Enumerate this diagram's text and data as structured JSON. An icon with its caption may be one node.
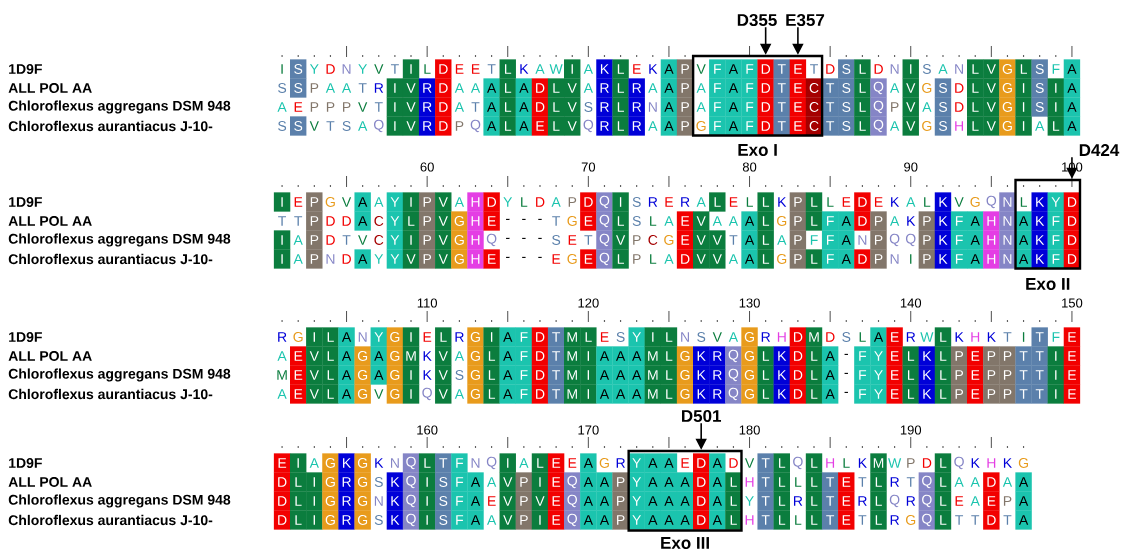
{
  "diagram": {
    "nodes": [
      {
        "text": [
          "Exo I"
        ]
      },
      {
        "text": [
          "Exo II"
        ]
      },
      {
        "text": [
          "Exo III"
        ]
      },
      {
        "text": [
          "D355"
        ]
      },
      {
        "text": [
          "E357"
        ]
      },
      {
        "text": [
          "D424"
        ]
      },
      {
        "text": [
          "D501"
        ]
      }
    ],
    "edges": [
      {
        "from": 3,
        "to": 0,
        "arrow": "to"
      },
      {
        "from": 4,
        "to": 0,
        "arrow": "to"
      },
      {
        "from": 5,
        "to": 1,
        "arrow": "to"
      },
      {
        "from": 6,
        "to": 2,
        "arrow": "to"
      }
    ],
    "labels": [
      "1D9F",
      "I",
      "S",
      "Y",
      "D",
      "N",
      "Y",
      "V",
      "T",
      "I",
      "L",
      "D",
      "E",
      "E",
      "T",
      "L",
      "K",
      "A",
      "W",
      "I",
      "A",
      "K",
      "L",
      "E",
      "K",
      "A",
      "P",
      "V",
      "F",
      "A",
      "F",
      "D",
      "T",
      "E",
      "T",
      "D",
      "S",
      "L",
      "D",
      "N",
      "I",
      "S",
      "A",
      "N",
      "L",
      "V",
      "G",
      "L",
      "S",
      "F",
      "A",
      "ALL POL AA",
      "S",
      "S",
      "P",
      "A",
      "A",
      "T",
      "R",
      "I",
      "V",
      "R",
      "D",
      "A",
      "A",
      "A",
      "L",
      "A",
      "D",
      "L",
      "V",
      "A",
      "R",
      "L",
      "R",
      "A",
      "A",
      "P",
      "A",
      "F",
      "A",
      "F",
      "D",
      "T",
      "E",
      "C",
      "T",
      "S",
      "L",
      "Q",
      "A",
      "V",
      "G",
      "S",
      "D",
      "L",
      "V",
      "G",
      "I",
      "S",
      "I",
      "A",
      "Chloroflexus aggregans DSM 948",
      "A",
      "E",
      "P",
      "P",
      "P",
      "V",
      "T",
      "I",
      "V",
      "R",
      "D",
      "A",
      "T",
      "A",
      "L",
      "A",
      "D",
      "L",
      "V",
      "S",
      "R",
      "L",
      "R",
      "N",
      "A",
      "P",
      "A",
      "F",
      "A",
      "F",
      "D",
      "T",
      "E",
      "C",
      "T",
      "S",
      "L",
      "Q",
      "P",
      "V",
      "A",
      "S",
      "D",
      "L",
      "V",
      "G",
      "I",
      "S",
      "I",
      "A",
      "Chloroflexus aurantiacus J-10-",
      "S",
      "S",
      "V",
      "T",
      "S",
      "A",
      "Q",
      "I",
      "V",
      "R",
      "D",
      "P",
      "Q",
      "A",
      "L",
      "A",
      "E",
      "L",
      "V",
      "Q",
      "R",
      "L",
      "R",
      "A",
      "A",
      "P",
      "G",
      "F",
      "A",
      "F",
      "D",
      "T",
      "E",
      "C",
      "T",
      "S",
      "L",
      "Q",
      "A",
      "V",
      "G",
      "S",
      "H",
      "L",
      "V",
      "G",
      "I",
      "A",
      "L",
      "A",
      "60",
      "70",
      "80",
      "90",
      "100",
      "1D9F",
      "I",
      "E",
      "P",
      "G",
      "V",
      "A",
      "A",
      "Y",
      "I",
      "P",
      "V",
      "A",
      "H",
      "D",
      "Y",
      "L",
      "D",
      "A",
      "P",
      "D",
      "Q",
      "I",
      "S",
      "R",
      "E",
      "R",
      "A",
      "L",
      "E",
      "L",
      "L",
      "K",
      "P",
      "L",
      "L",
      "E",
      "D",
      "E",
      "K",
      "A",
      "L",
      "K",
      "V",
      "G",
      "Q",
      "N",
      "L",
      "K",
      "Y",
      "D",
      "ALL POL AA",
      "T",
      "T",
      "P",
      "D",
      "D",
      "A",
      "C",
      "Y",
      "L",
      "P",
      "V",
      "G",
      "H",
      "E",
      "-",
      "-",
      "-",
      "T",
      "G",
      "E",
      "Q",
      "L",
      "S",
      "L",
      "A",
      "E",
      "V",
      "A",
      "A",
      "A",
      "L",
      "G",
      "P",
      "L",
      "F",
      "A",
      "D",
      "P",
      "A",
      "K",
      "P",
      "K",
      "F",
      "A",
      "H",
      "N",
      "A",
      "K",
      "F",
      "D",
      "Chloroflexus aggregans DSM 948",
      "I",
      "A",
      "P",
      "D",
      "T",
      "V",
      "C",
      "Y",
      "I",
      "P",
      "V",
      "G",
      "H",
      "Q",
      "-",
      "-",
      "-",
      "S",
      "E",
      "T",
      "Q",
      "V",
      "P",
      "C",
      "G",
      "E",
      "V",
      "V",
      "T",
      "A",
      "L",
      "A",
      "P",
      "F",
      "F",
      "A",
      "N",
      "P",
      "Q",
      "Q",
      "P",
      "K",
      "F",
      "A",
      "H",
      "N",
      "A",
      "K",
      "F",
      "D",
      "Chloroflexus aurantiacus J-10-",
      "I",
      "A",
      "P",
      "N",
      "D",
      "A",
      "Y",
      "Y",
      "V",
      "P",
      "V",
      "G",
      "H",
      "E",
      "-",
      "-",
      "-",
      "E",
      "G",
      "E",
      "Q",
      "L",
      "P",
      "L",
      "A",
      "D",
      "V",
      "V",
      "A",
      "A",
      "L",
      "G",
      "P",
      "L",
      "F",
      "A",
      "D",
      "P",
      "N",
      "I",
      "P",
      "K",
      "F",
      "A",
      "H",
      "N",
      "A",
      "K",
      "F",
      "D",
      "110",
      "120",
      "130",
      "140",
      "150",
      "1D9F",
      "R",
      "G",
      "I",
      "L",
      "A",
      "N",
      "Y",
      "G",
      "I",
      "E",
      "L",
      "R",
      "G",
      "I",
      "A",
      "F",
      "D",
      "T",
      "M",
      "L",
      "E",
      "S",
      "Y",
      "I",
      "L",
      "N",
      "S",
      "V",
      "A",
      "G",
      "R",
      "H",
      "D",
      "M",
      "D",
      "S",
      "L",
      "A",
      "E",
      "R",
      "W",
      "L",
      "K",
      "H",
      "K",
      "T",
      "I",
      "T",
      "F",
      "E",
      "ALL POL AA",
      "A",
      "E",
      "V",
      "L",
      "A",
      "G",
      "A",
      "G",
      "M",
      "K",
      "V",
      "A",
      "G",
      "L",
      "A",
      "F",
      "D",
      "T",
      "M",
      "I",
      "A",
      "A",
      "A",
      "M",
      "L",
      "G",
      "K",
      "R",
      "Q",
      "G",
      "L",
      "K",
      "D",
      "L",
      "A",
      "-",
      "F",
      "Y",
      "E",
      "L",
      "K",
      "L",
      "P",
      "E",
      "P",
      "P",
      "T",
      "T",
      "I",
      "E",
      "Chloroflexus aggregans DSM 948",
      "M",
      "E",
      "V",
      "L",
      "A",
      "G",
      "A",
      "G",
      "I",
      "K",
      "V",
      "S",
      "G",
      "L",
      "A",
      "F",
      "D",
      "T",
      "M",
      "I",
      "A",
      "A",
      "A",
      "M",
      "L",
      "G",
      "K",
      "R",
      "Q",
      "G",
      "L",
      "K",
      "D",
      "L",
      "A",
      "-",
      "F",
      "Y",
      "E",
      "L",
      "K",
      "L",
      "P",
      "E",
      "P",
      "P",
      "T",
      "T",
      "I",
      "E",
      "Chloroflexus aurantiacus J-10-",
      "A",
      "E",
      "V",
      "L",
      "A",
      "G",
      "V",
      "G",
      "I",
      "Q",
      "V",
      "A",
      "G",
      "L",
      "A",
      "F",
      "D",
      "T",
      "M",
      "I",
      "A",
      "A",
      "A",
      "M",
      "L",
      "G",
      "K",
      "R",
      "Q",
      "G",
      "L",
      "K",
      "D",
      "L",
      "A",
      "-",
      "F",
      "Y",
      "E",
      "L",
      "K",
      "L",
      "P",
      "E",
      "P",
      "P",
      "T",
      "T",
      "I",
      "E",
      "160",
      "170",
      "180",
      "190",
      "1D9F",
      "E",
      "I",
      "A",
      "G",
      "K",
      "G",
      "K",
      "N",
      "Q",
      "L",
      "T",
      "F",
      "N",
      "Q",
      "I",
      "A",
      "L",
      "E",
      "E",
      "A",
      "G",
      "R",
      "Y",
      "A",
      "A",
      "E",
      "D",
      "A",
      "D",
      "V",
      "T",
      "L",
      "Q",
      "L",
      "H",
      "L",
      "K",
      "M",
      "W",
      "P",
      "D",
      "L",
      "Q",
      "K",
      "H",
      "K",
      "G",
      "ALL POL AA",
      "D",
      "L",
      "I",
      "G",
      "R",
      "G",
      "S",
      "K",
      "Q",
      "I",
      "S",
      "F",
      "A",
      "A",
      "V",
      "P",
      "I",
      "E",
      "Q",
      "A",
      "A",
      "P",
      "Y",
      "A",
      "A",
      "A",
      "D",
      "A",
      "L",
      "H",
      "T",
      "L",
      "L",
      "L",
      "T",
      "E",
      "T",
      "L",
      "R",
      "T",
      "Q",
      "L",
      "A",
      "A",
      "D",
      "A",
      "A",
      "Chloroflexus aggregans DSM 948",
      "D",
      "L",
      "I",
      "G",
      "R",
      "G",
      "N",
      "K",
      "Q",
      "I",
      "S",
      "F",
      "A",
      "E",
      "V",
      "P",
      "V",
      "E",
      "Q",
      "A",
      "A",
      "P",
      "Y",
      "A",
      "A",
      "A",
      "D",
      "A",
      "L",
      "Y",
      "T",
      "L",
      "R",
      "L",
      "T",
      "E",
      "R",
      "L",
      "Q",
      "R",
      "Q",
      "L",
      "E",
      "A",
      "E",
      "P",
      "A",
      "Chloroflexus aurantiacus J-10-",
      "D",
      "L",
      "I",
      "G",
      "R",
      "G",
      "S",
      "K",
      "Q",
      "I",
      "S",
      "F",
      "A",
      "A",
      "V",
      "P",
      "I",
      "E",
      "Q",
      "A",
      "A",
      "P",
      "Y",
      "A",
      "A",
      "A",
      "D",
      "A",
      "L",
      "H",
      "T",
      "L",
      "L",
      "L",
      "T",
      "E",
      "T",
      "L",
      "R",
      "G",
      "Q",
      "L",
      "T",
      "T",
      "D",
      "T",
      "A"
    ]
  }
}
